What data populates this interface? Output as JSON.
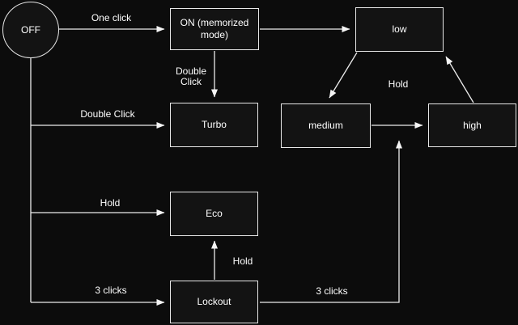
{
  "diagram": {
    "nodes": {
      "off": {
        "label": "OFF"
      },
      "on": {
        "label": "ON (memorized mode)"
      },
      "low": {
        "label": "low"
      },
      "turbo": {
        "label": "Turbo"
      },
      "medium": {
        "label": "medium"
      },
      "high": {
        "label": "high"
      },
      "eco": {
        "label": "Eco"
      },
      "lockout": {
        "label": "Lockout"
      }
    },
    "edge_labels": {
      "one_click_off_on": "One click",
      "double_click_on_turbo": "Double\nClick",
      "double_click_off_turbo": "Double Click",
      "hold_low_medium_high": "Hold",
      "hold_off_eco": "Hold",
      "hold_lockout_eco": "Hold",
      "three_clicks_off_lockout": "3 clicks",
      "three_clicks_lockout_high": "3 clicks"
    },
    "colors": {
      "background": "#0c0c0c",
      "node_fill": "#131313",
      "stroke": "#e8e8e8",
      "arrow_fill": "#f5f5f5",
      "text": "#ffffff"
    }
  }
}
